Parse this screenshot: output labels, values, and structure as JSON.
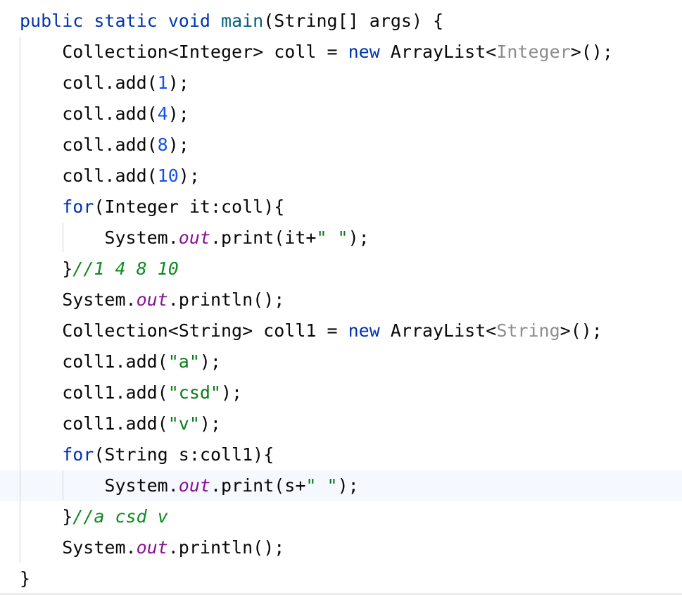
{
  "editor": {
    "colors": {
      "keyword": "#0033b3",
      "method": "#00627a",
      "number": "#1750eb",
      "string": "#067d17",
      "generic": "#8c8c8c",
      "field": "#871094",
      "comment": "#0f8a1f",
      "text": "#080808",
      "current_line": "#f5f8fe"
    },
    "current_line_index": 15,
    "lines": [
      [
        [
          "kw",
          "public"
        ],
        [
          "t",
          " "
        ],
        [
          "kw",
          "static"
        ],
        [
          "t",
          " "
        ],
        [
          "kw",
          "void"
        ],
        [
          "t",
          " "
        ],
        [
          "fn",
          "main"
        ],
        [
          "t",
          "(String[] args) {"
        ]
      ],
      [
        [
          "t",
          "    Collection<Integer> coll = "
        ],
        [
          "kw",
          "new"
        ],
        [
          "t",
          " ArrayList<"
        ],
        [
          "gen",
          "Integer"
        ],
        [
          "t",
          ">();"
        ]
      ],
      [
        [
          "t",
          "    coll.add("
        ],
        [
          "num",
          "1"
        ],
        [
          "t",
          ");"
        ]
      ],
      [
        [
          "t",
          "    coll.add("
        ],
        [
          "num",
          "4"
        ],
        [
          "t",
          ");"
        ]
      ],
      [
        [
          "t",
          "    coll.add("
        ],
        [
          "num",
          "8"
        ],
        [
          "t",
          ");"
        ]
      ],
      [
        [
          "t",
          "    coll.add("
        ],
        [
          "num",
          "10"
        ],
        [
          "t",
          ");"
        ]
      ],
      [
        [
          "t",
          "    "
        ],
        [
          "kw",
          "for"
        ],
        [
          "t",
          "(Integer it:coll){"
        ]
      ],
      [
        [
          "t",
          "        System."
        ],
        [
          "fld",
          "out"
        ],
        [
          "t",
          ".print(it+"
        ],
        [
          "str",
          "\" \""
        ],
        [
          "t",
          ");"
        ]
      ],
      [
        [
          "t",
          "    }"
        ],
        [
          "cmt",
          "//1 4 8 10"
        ]
      ],
      [
        [
          "t",
          "    System."
        ],
        [
          "fld",
          "out"
        ],
        [
          "t",
          ".println();"
        ]
      ],
      [
        [
          "t",
          "    Collection<String> coll1 = "
        ],
        [
          "kw",
          "new"
        ],
        [
          "t",
          " ArrayList<"
        ],
        [
          "gen",
          "String"
        ],
        [
          "t",
          ">();"
        ]
      ],
      [
        [
          "t",
          "    coll1.add("
        ],
        [
          "str",
          "\"a\""
        ],
        [
          "t",
          ");"
        ]
      ],
      [
        [
          "t",
          "    coll1.add("
        ],
        [
          "str",
          "\"csd\""
        ],
        [
          "t",
          ");"
        ]
      ],
      [
        [
          "t",
          "    coll1.add("
        ],
        [
          "str",
          "\"v\""
        ],
        [
          "t",
          ");"
        ]
      ],
      [
        [
          "t",
          "    "
        ],
        [
          "kw",
          "for"
        ],
        [
          "t",
          "(String s:coll1){"
        ]
      ],
      [
        [
          "t",
          "        System."
        ],
        [
          "fld",
          "out"
        ],
        [
          "t",
          ".print(s+"
        ],
        [
          "str",
          "\" \""
        ],
        [
          "t",
          ");"
        ]
      ],
      [
        [
          "t",
          "    }"
        ],
        [
          "cmt",
          "//a csd v"
        ]
      ],
      [
        [
          "t",
          "    System."
        ],
        [
          "fld",
          "out"
        ],
        [
          "t",
          ".println();"
        ]
      ],
      [
        [
          "t",
          "}"
        ]
      ]
    ]
  }
}
